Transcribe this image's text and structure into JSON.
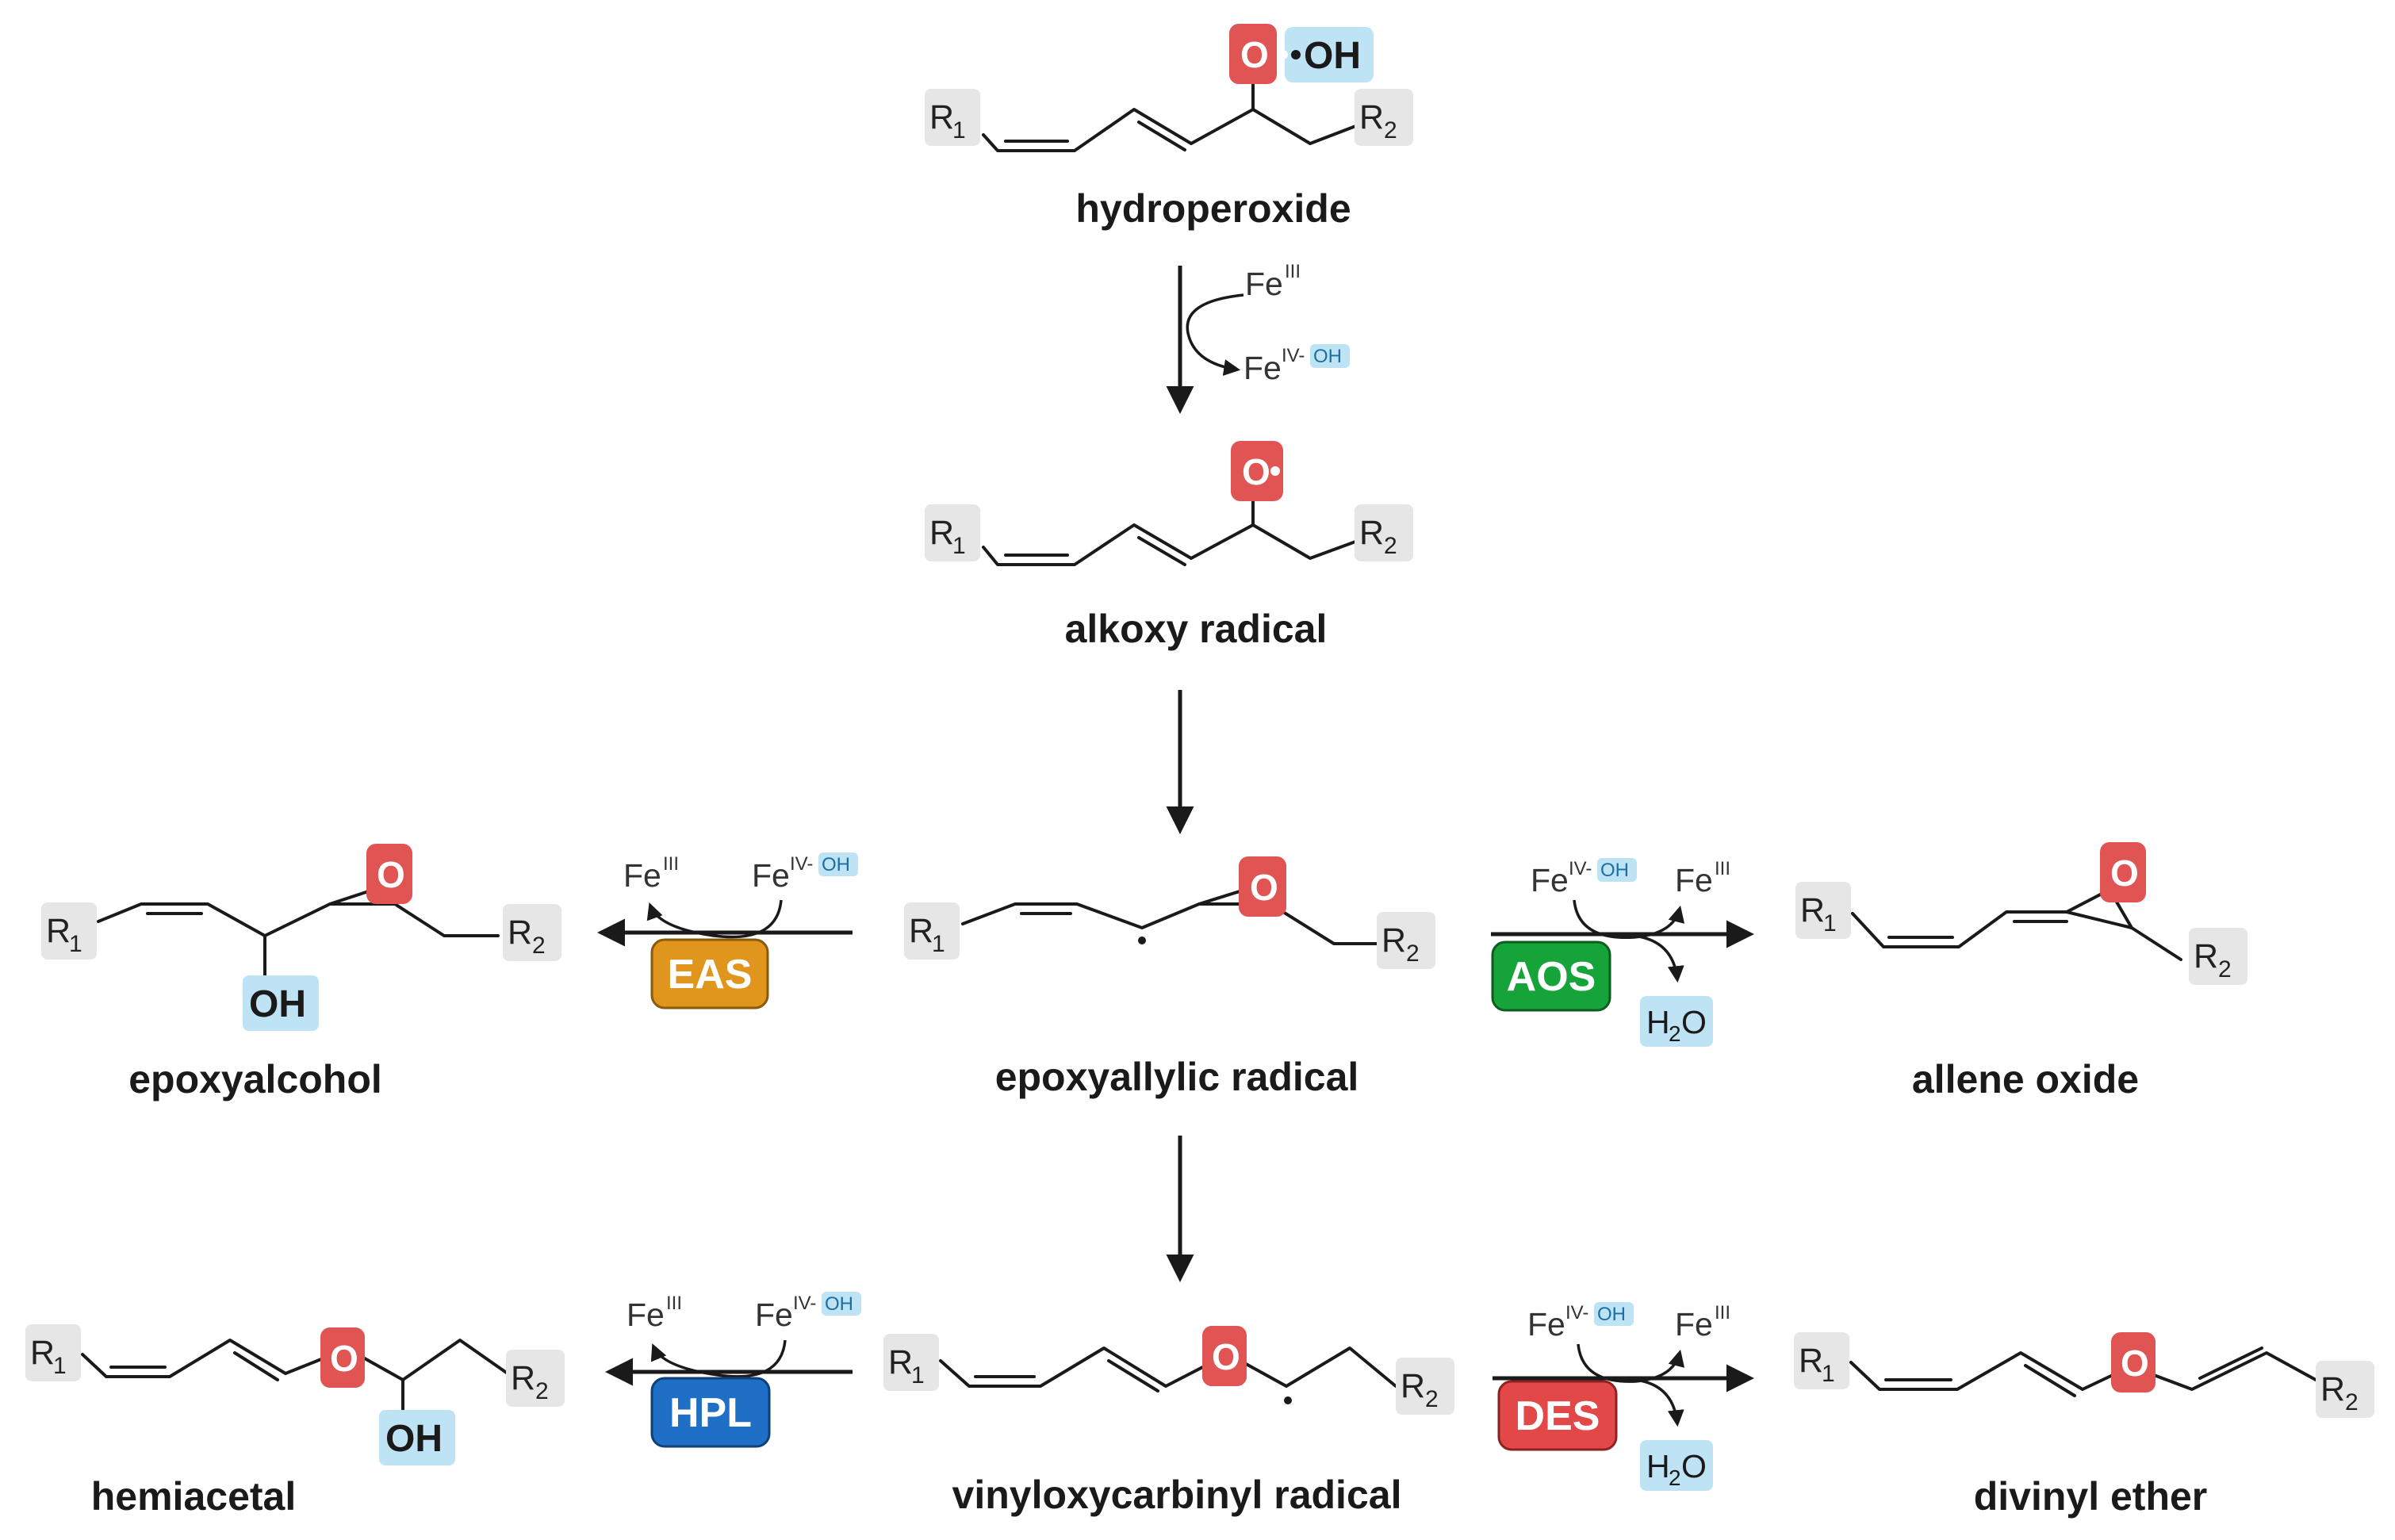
{
  "colors": {
    "oxygen_box": "#e05454",
    "hydroxyl_highlight": "#bde3f5",
    "r_group_box": "#e6e6e6",
    "eas": "#e0951c",
    "aos": "#16a33a",
    "hpl": "#1f6fc6",
    "des": "#e34848",
    "text": "#1a1a1a"
  },
  "groups": {
    "r1": "R",
    "r1_sub": "1",
    "r2": "R",
    "r2_sub": "2"
  },
  "atoms": {
    "oxygen": "O",
    "hydroxyl": "OH",
    "radical_hydroxyl": "•OH"
  },
  "iron": {
    "fe": "Fe",
    "ferric_sup": "III",
    "ferryl_sup": "IV-",
    "ferryl_oh": "OH"
  },
  "water": {
    "h": "H",
    "sub": "2",
    "o": "O"
  },
  "compounds": {
    "hydroperoxide": "hydroperoxide",
    "alkoxy_radical": "alkoxy radical",
    "epoxyallylic_radical": "epoxyallylic radical",
    "epoxyalcohol": "epoxyalcohol",
    "allene_oxide": "allene oxide",
    "vinyloxycarbinyl_radical": "vinyloxycarbinyl radical",
    "hemiacetal": "hemiacetal",
    "divinyl_ether": "divinyl ether"
  },
  "enzymes": {
    "eas": "EAS",
    "aos": "AOS",
    "hpl": "HPL",
    "des": "DES"
  }
}
